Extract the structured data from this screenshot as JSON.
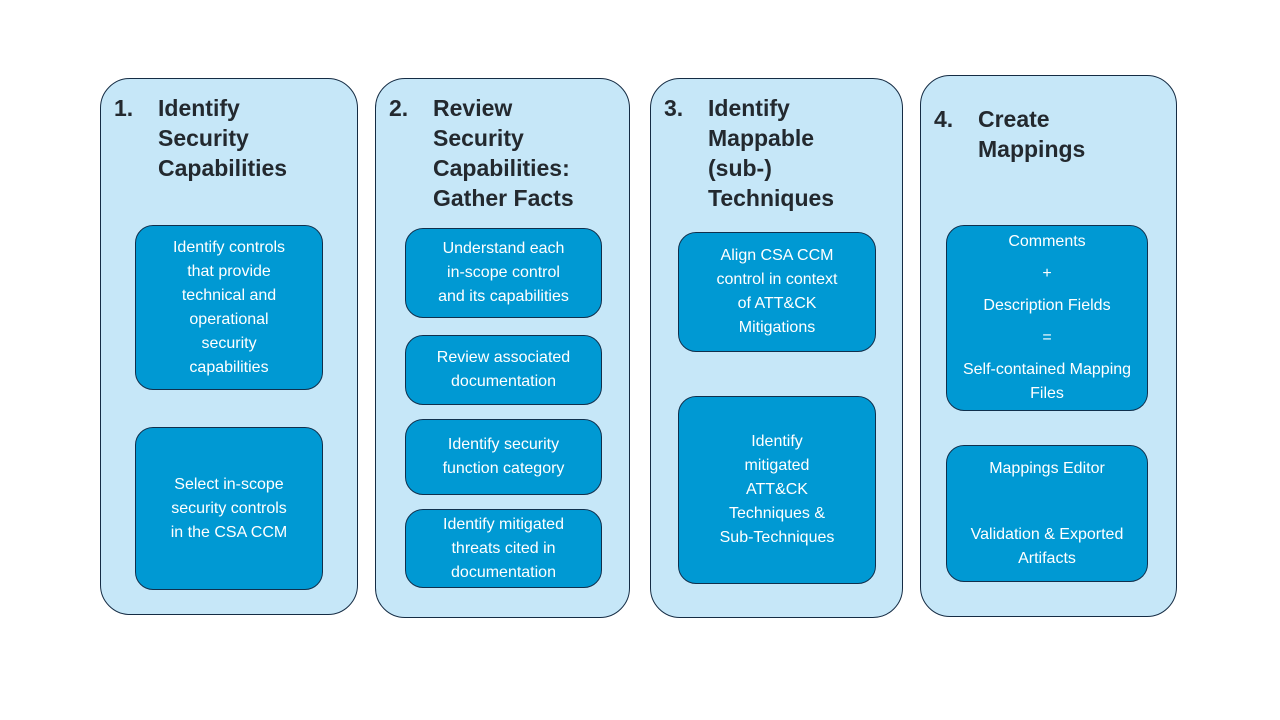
{
  "colors": {
    "page_background": "#ffffff",
    "column_fill": "#c6e7f8",
    "column_border": "#152c44",
    "box_fill": "#0099d3",
    "box_border": "#10304d",
    "heading_text": "#23292f",
    "box_text": "#ffffff"
  },
  "columns": [
    {
      "number": "1.",
      "title": "Identify Security Capabilities",
      "boxes": [
        {
          "lines": [
            "Identify controls",
            "that provide",
            "technical and",
            "operational",
            "security",
            "capabilities"
          ]
        },
        {
          "lines": [
            "Select in-scope",
            "security controls",
            "in the CSA CCM"
          ]
        }
      ]
    },
    {
      "number": "2.",
      "title": "Review Security Capabilities: Gather Facts",
      "boxes": [
        {
          "lines": [
            "Understand each",
            "in-scope control",
            "and its capabilities"
          ]
        },
        {
          "lines": [
            "Review associated",
            "documentation"
          ]
        },
        {
          "lines": [
            "Identify security",
            "function category"
          ]
        },
        {
          "lines": [
            "Identify mitigated",
            "threats cited in",
            "documentation"
          ]
        }
      ]
    },
    {
      "number": "3.",
      "title": "Identify Mappable (sub-) Techniques",
      "boxes": [
        {
          "lines": [
            "Align CSA CCM",
            "control in context",
            "of ATT&CK",
            "Mitigations"
          ]
        },
        {
          "lines": [
            "Identify",
            "mitigated",
            "ATT&CK",
            "Techniques &",
            "Sub-Techniques"
          ]
        }
      ]
    },
    {
      "number": "4.",
      "title": "Create Mappings",
      "boxes": [
        {
          "lines": [
            "Comments",
            "+",
            "Description Fields",
            "=",
            "Self-contained Mapping Files"
          ]
        },
        {
          "lines": [
            "Mappings Editor",
            "Validation & Exported Artifacts"
          ]
        }
      ]
    }
  ]
}
